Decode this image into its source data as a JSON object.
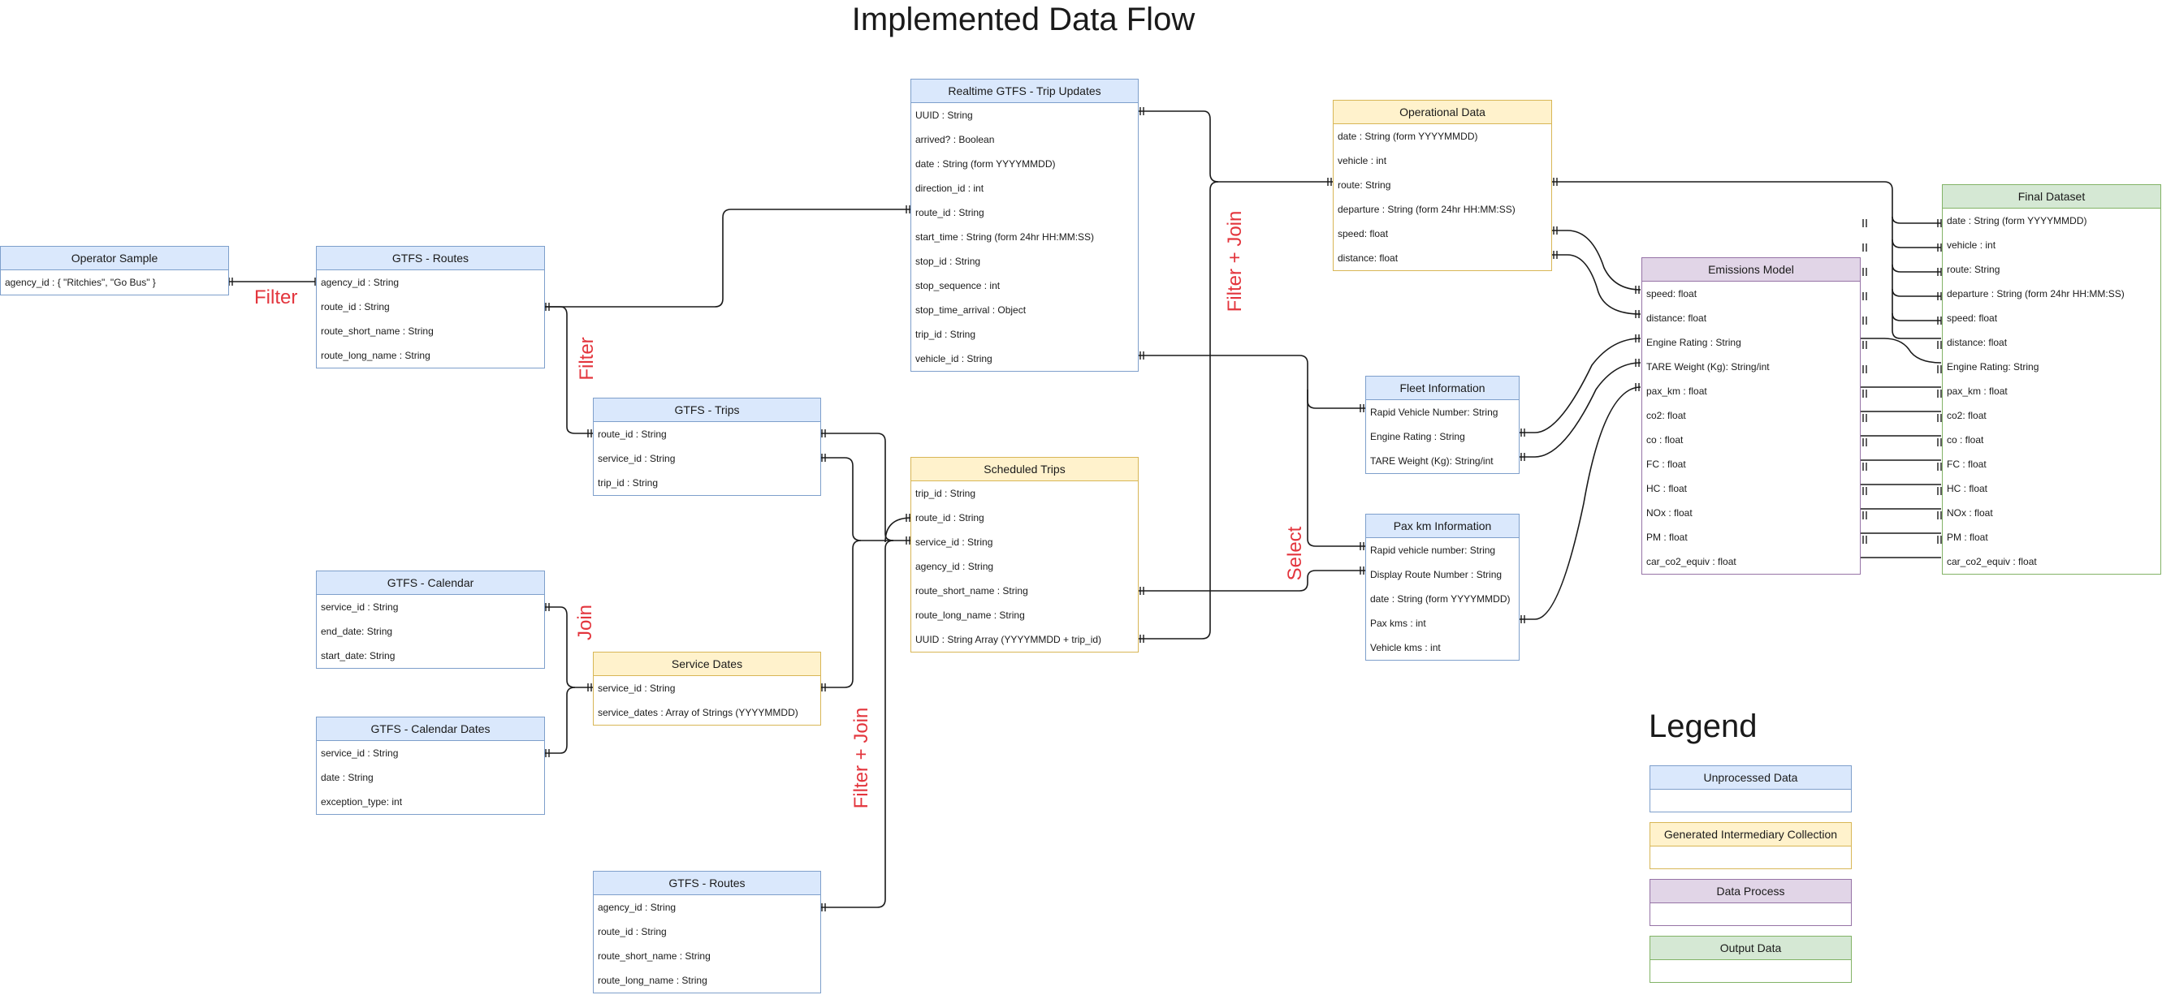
{
  "title": "Implemented Data Flow",
  "colors": {
    "unprocessed": "#dae8fc",
    "intermediary": "#fff2cc",
    "process": "#e1d5e7",
    "output": "#d5e8d4",
    "operation_label": "#e3353d"
  },
  "entities": {
    "operator_sample": {
      "title": "Operator Sample",
      "fields": [
        "agency_id : { \"Ritchies\", \"Go Bus\" }"
      ]
    },
    "gtfs_routes_1": {
      "title": "GTFS - Routes",
      "fields": [
        "agency_id : String",
        "route_id : String",
        "route_short_name : String",
        "route_long_name : String"
      ]
    },
    "gtfs_trips": {
      "title": "GTFS - Trips",
      "fields": [
        "route_id : String",
        "service_id : String",
        "trip_id : String"
      ]
    },
    "gtfs_calendar": {
      "title": "GTFS - Calendar",
      "fields": [
        "service_id : String",
        "end_date: String",
        "start_date: String"
      ]
    },
    "gtfs_calendar_dates": {
      "title": "GTFS - Calendar Dates",
      "fields": [
        "service_id : String",
        "date : String",
        "exception_type: int"
      ]
    },
    "service_dates": {
      "title": "Service Dates",
      "fields": [
        "service_id : String",
        "service_dates : Array of Strings (YYYYMMDD)"
      ]
    },
    "gtfs_routes_2": {
      "title": "GTFS - Routes",
      "fields": [
        "agency_id : String",
        "route_id : String",
        "route_short_name : String",
        "route_long_name : String"
      ]
    },
    "realtime_trip_updates": {
      "title": "Realtime GTFS - Trip Updates",
      "fields": [
        "UUID : String",
        "arrived? : Boolean",
        "date : String (form YYYYMMDD)",
        "direction_id : int",
        "route_id : String",
        "start_time : String (form 24hr HH:MM:SS)",
        "stop_id : String",
        "stop_sequence : int",
        "stop_time_arrival : Object",
        "trip_id : String",
        "vehicle_id : String"
      ]
    },
    "scheduled_trips": {
      "title": "Scheduled Trips",
      "fields": [
        "trip_id : String",
        "route_id : String",
        "service_id : String",
        "agency_id : String",
        "route_short_name : String",
        "route_long_name : String",
        "UUID : String Array (YYYYMMDD + trip_id)"
      ]
    },
    "operational_data": {
      "title": "Operational Data",
      "fields": [
        "date : String (form YYYYMMDD)",
        "vehicle : int",
        "route: String",
        "departure : String (form 24hr HH:MM:SS)",
        "speed: float",
        "distance: float"
      ]
    },
    "fleet_information": {
      "title": "Fleet Information",
      "fields": [
        "Rapid Vehicle Number: String",
        "Engine Rating : String",
        "TARE Weight (Kg): String/int"
      ]
    },
    "pax_km_information": {
      "title": "Pax km Information",
      "fields": [
        "Rapid vehicle number: String",
        "Display Route Number : String",
        "date : String (form YYYYMMDD)",
        "Pax kms : int",
        "Vehicle kms : int"
      ]
    },
    "emissions_model": {
      "title": "Emissions Model",
      "fields": [
        "speed: float",
        "distance: float",
        "Engine Rating : String",
        "TARE Weight (Kg): String/int",
        "pax_km : float",
        "co2: float",
        "co : float",
        "FC : float",
        "HC : float",
        "NOx : float",
        "PM : float",
        "car_co2_equiv : float"
      ]
    },
    "final_dataset": {
      "title": "Final Dataset",
      "fields": [
        "date : String (form YYYYMMDD)",
        "vehicle : int",
        "route: String",
        "departure : String (form 24hr HH:MM:SS)",
        "speed: float",
        "distance: float",
        "Engine Rating: String",
        "pax_km : float",
        "co2: float",
        "co : float",
        "FC : float",
        "HC : float",
        "NOx : float",
        "PM : float",
        "car_co2_equiv : float"
      ]
    }
  },
  "operations": {
    "filter_1": "Filter",
    "filter_2": "Filter",
    "join": "Join",
    "filter_join_1": "Filter + Join",
    "filter_join_2": "Filter + Join",
    "select": "Select"
  },
  "legend": {
    "title": "Legend",
    "items": [
      "Unprocessed Data",
      "Generated Intermediary Collection",
      "Data Process",
      "Output Data"
    ]
  }
}
